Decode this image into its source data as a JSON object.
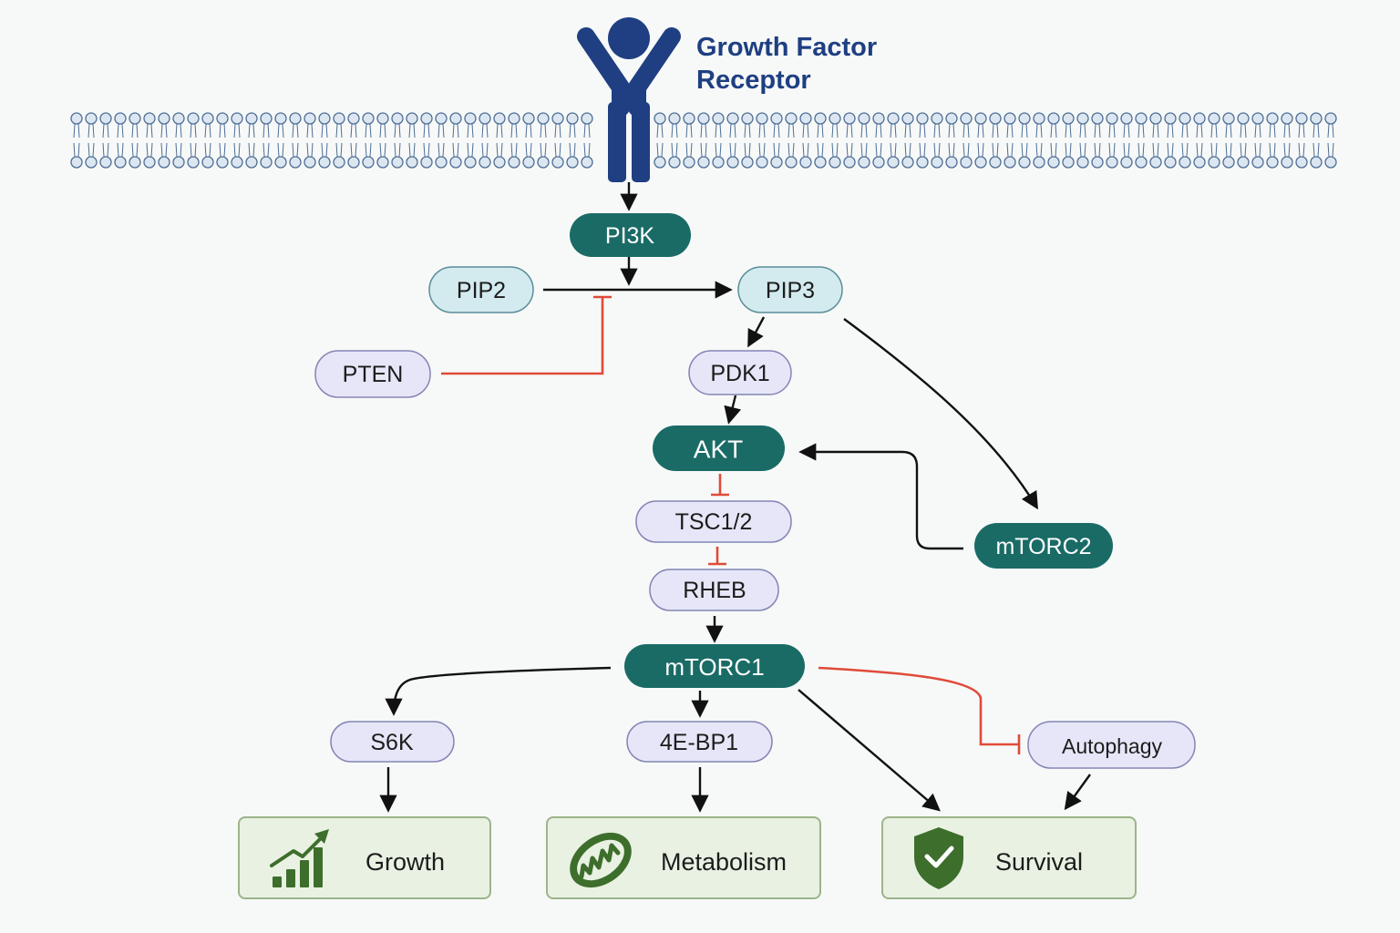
{
  "receptor": {
    "title_line1": "Growth Factor",
    "title_line2": "Receptor"
  },
  "nodes": {
    "pi3k": "PI3K",
    "pip2": "PIP2",
    "pip3": "PIP3",
    "pten": "PTEN",
    "pdk1": "PDK1",
    "akt": "AKT",
    "mtorc2": "mTORC2",
    "tsc": "TSC1/2",
    "rheb": "RHEB",
    "mtorc1": "mTORC1",
    "s6k": "S6K",
    "eb4": "4E-BP1",
    "autophagy": "Autophagy"
  },
  "outcomes": {
    "growth": "Growth",
    "metabolism": "Metabolism",
    "survival": "Survival"
  },
  "colors": {
    "dark_node": "#1a6b66",
    "light_teal_node": "#d3eaee",
    "lavender_node": "#e6e6f8",
    "outcome_fill": "#e9f1e2",
    "outcome_border": "#9cb48a",
    "icon_green": "#3d6e2c",
    "activation": "#111111",
    "inhibition": "#e04a3a",
    "membrane": "#4d6e96",
    "receptor": "#1f3f82"
  }
}
